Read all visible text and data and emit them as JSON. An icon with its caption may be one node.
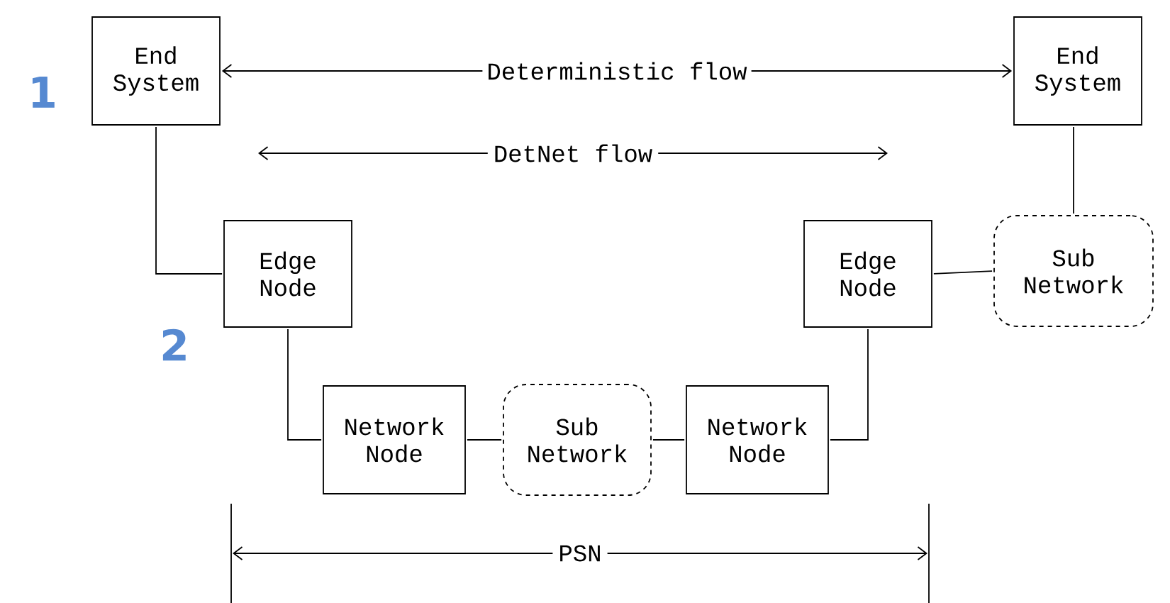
{
  "diagram": {
    "nodes": [
      {
        "text": [
          "End System"
        ]
      },
      {
        "text": [
          "End System"
        ]
      },
      {
        "text": [
          "Edge Node"
        ]
      },
      {
        "text": [
          "Edge Node"
        ]
      },
      {
        "text": [
          "Sub Network"
        ]
      },
      {
        "text": [
          "Network Node"
        ]
      },
      {
        "text": [
          "Sub Network"
        ]
      },
      {
        "text": [
          "Network Node"
        ]
      }
    ],
    "edges": [
      {
        "from": 0,
        "to": 1,
        "arrow": "both",
        "label": "Deterministic flow"
      },
      {
        "from": 0,
        "to": 2,
        "arrow": "none"
      },
      {
        "from": 3,
        "to": 4,
        "arrow": "none"
      },
      {
        "from": 4,
        "to": 1,
        "arrow": "none"
      },
      {
        "from": 2,
        "to": 5,
        "arrow": "none"
      },
      {
        "from": 5,
        "to": 6,
        "arrow": "none"
      },
      {
        "from": 6,
        "to": 7,
        "arrow": "none"
      },
      {
        "from": 7,
        "to": 3,
        "arrow": "none"
      }
    ],
    "labels": [
      "1",
      "DetNet flow",
      "2",
      "PSN"
    ]
  }
}
